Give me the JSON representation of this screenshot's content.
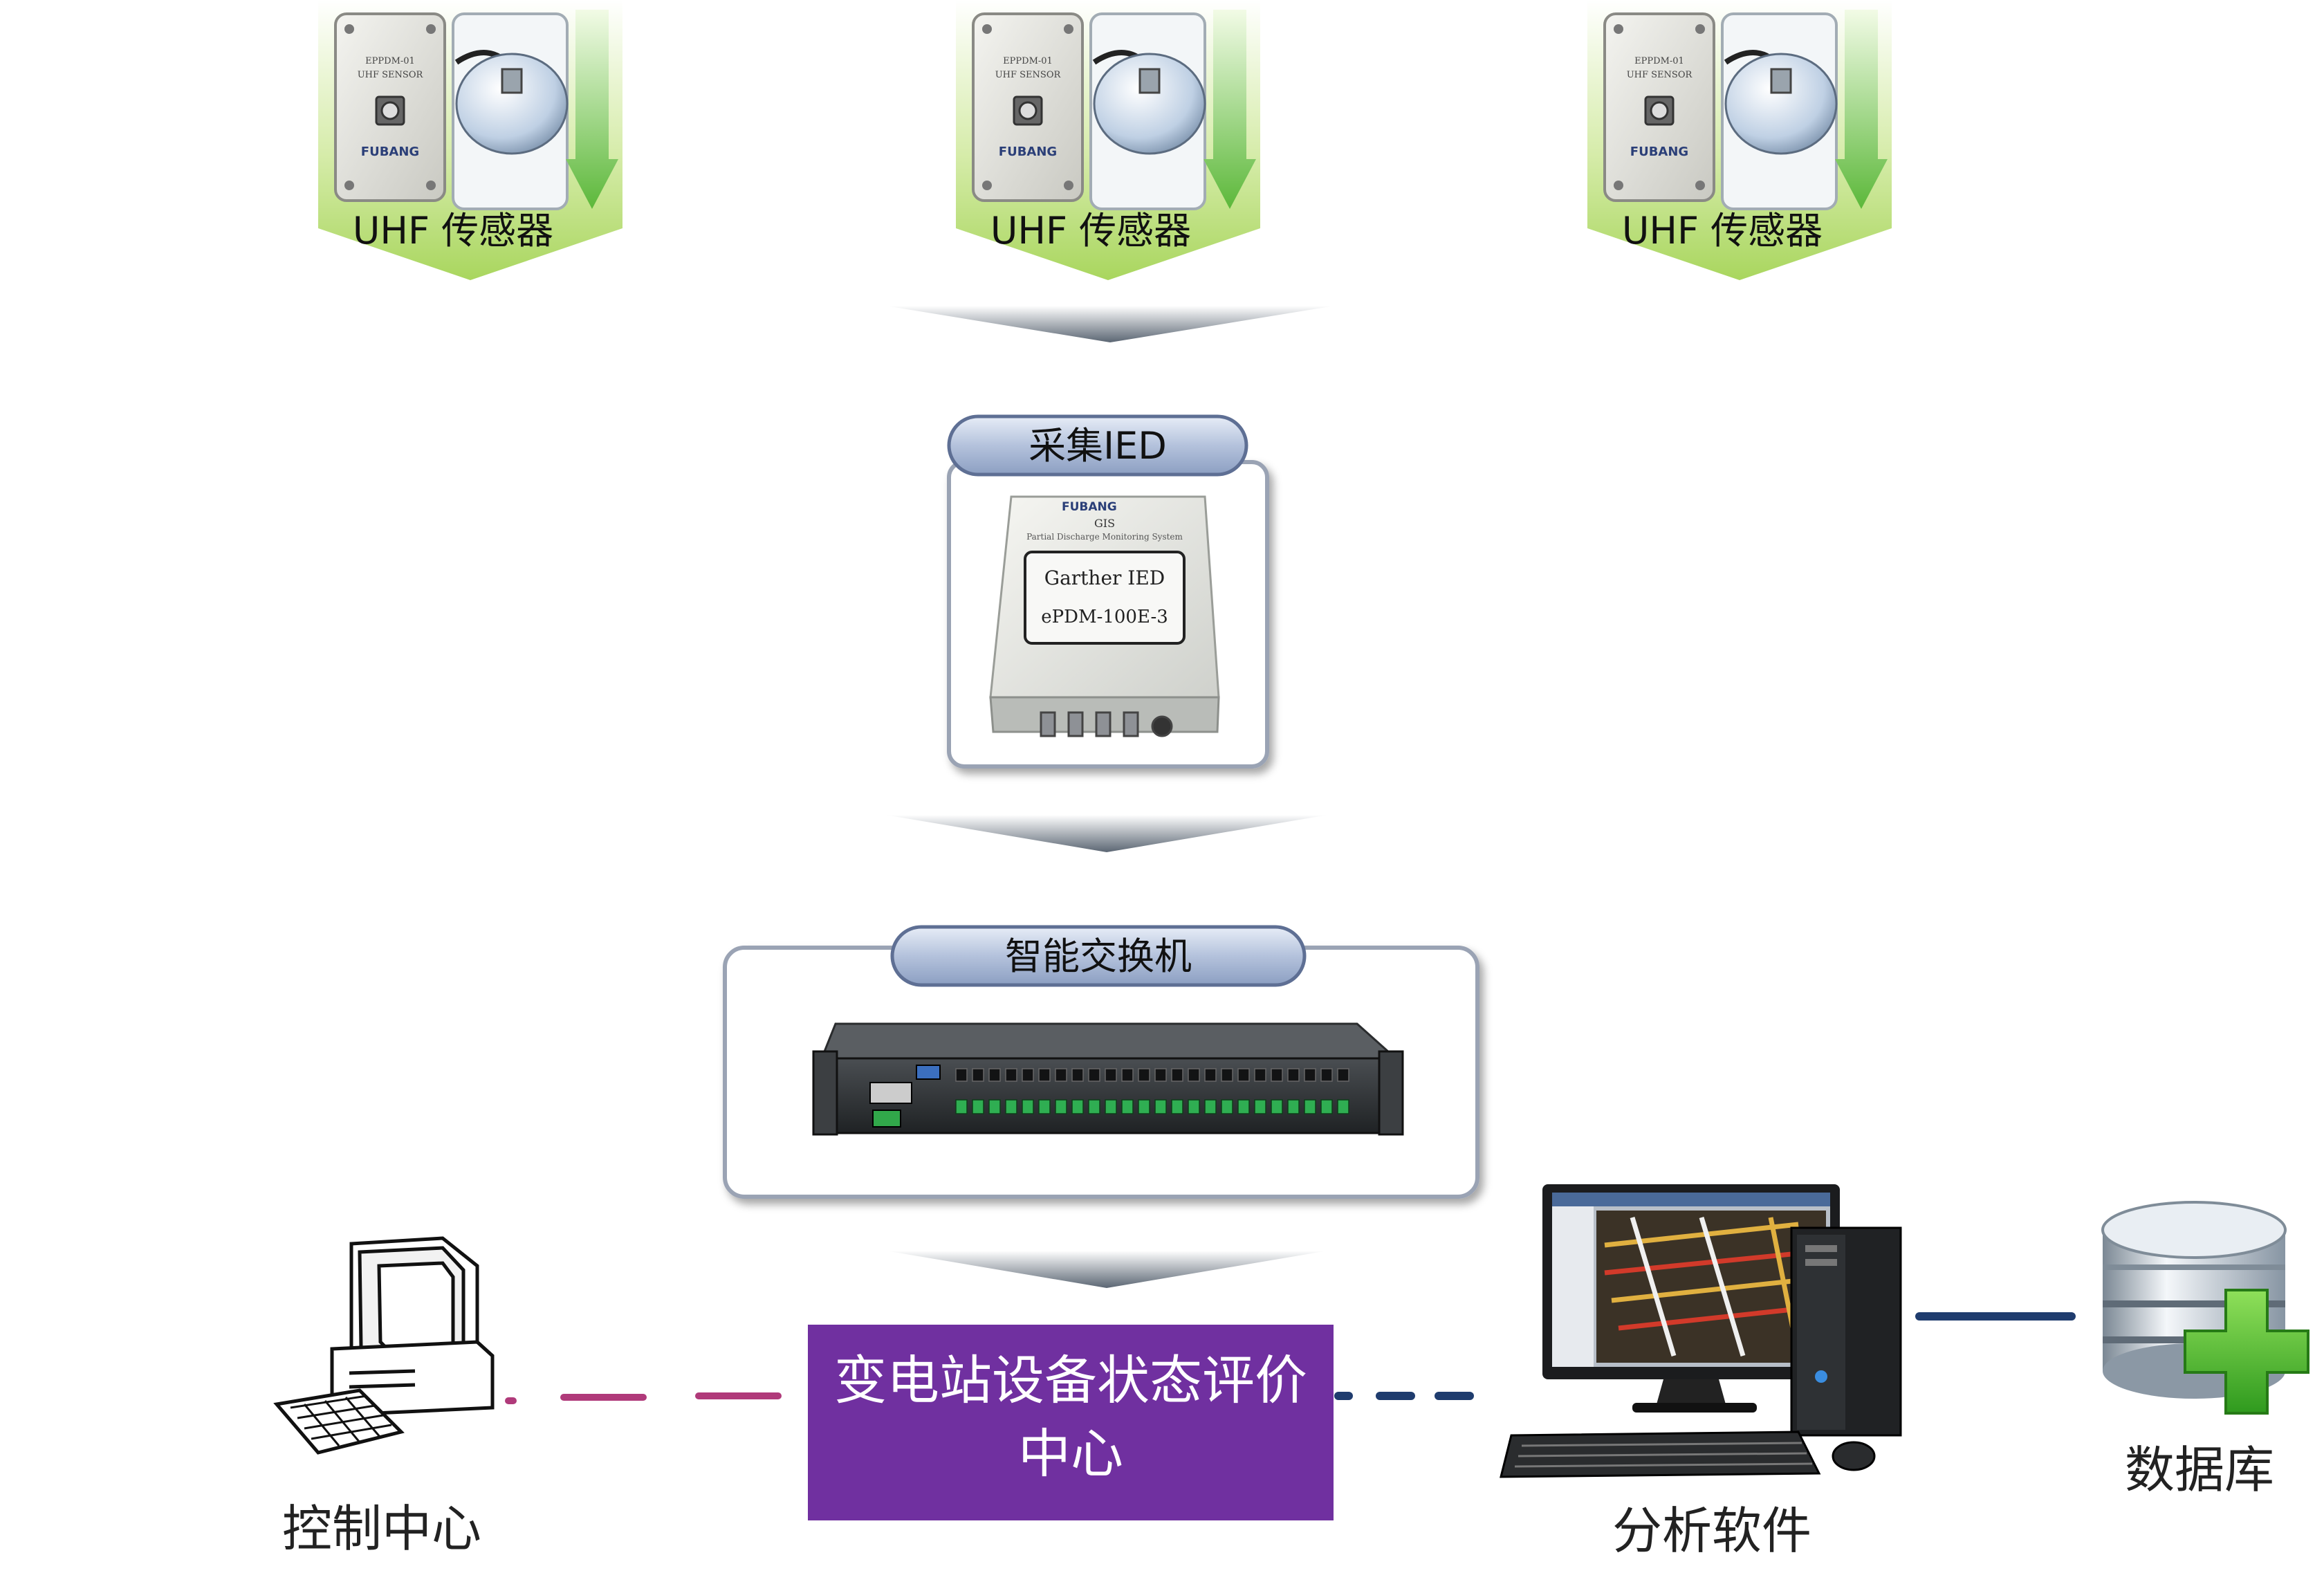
{
  "sensors": [
    {
      "label": "UHF 传感器",
      "plate_line1": "EPPDM-01",
      "plate_line2": "UHF SENSOR",
      "brand": "FUBANG"
    },
    {
      "label": "UHF 传感器",
      "plate_line1": "EPPDM-01",
      "plate_line2": "UHF SENSOR",
      "brand": "FUBANG"
    },
    {
      "label": "UHF 传感器",
      "plate_line1": "EPPDM-01",
      "plate_line2": "UHF SENSOR",
      "brand": "FUBANG"
    }
  ],
  "ied": {
    "title": "采集IED",
    "brand": "FUBANG",
    "model_header": "GIS",
    "subheader": "Partial Discharge Monitoring System",
    "line1": "Garther IED",
    "line2": "ePDM-100E-3"
  },
  "switch": {
    "title": "智能交换机"
  },
  "center": {
    "line1": "变电站设备状态评价",
    "line2": "中心"
  },
  "control": {
    "label": "控制中心"
  },
  "analysis": {
    "label": "分析软件"
  },
  "database": {
    "label": "数据库"
  },
  "colors": {
    "sensor_green": "#bfe07a",
    "arrow_green": "#6cc04a",
    "pill_blue": "#b4c2dc",
    "center_purple": "#7030a0",
    "magenta_line": "#b03a7a",
    "navy_line": "#1f3c6e"
  }
}
